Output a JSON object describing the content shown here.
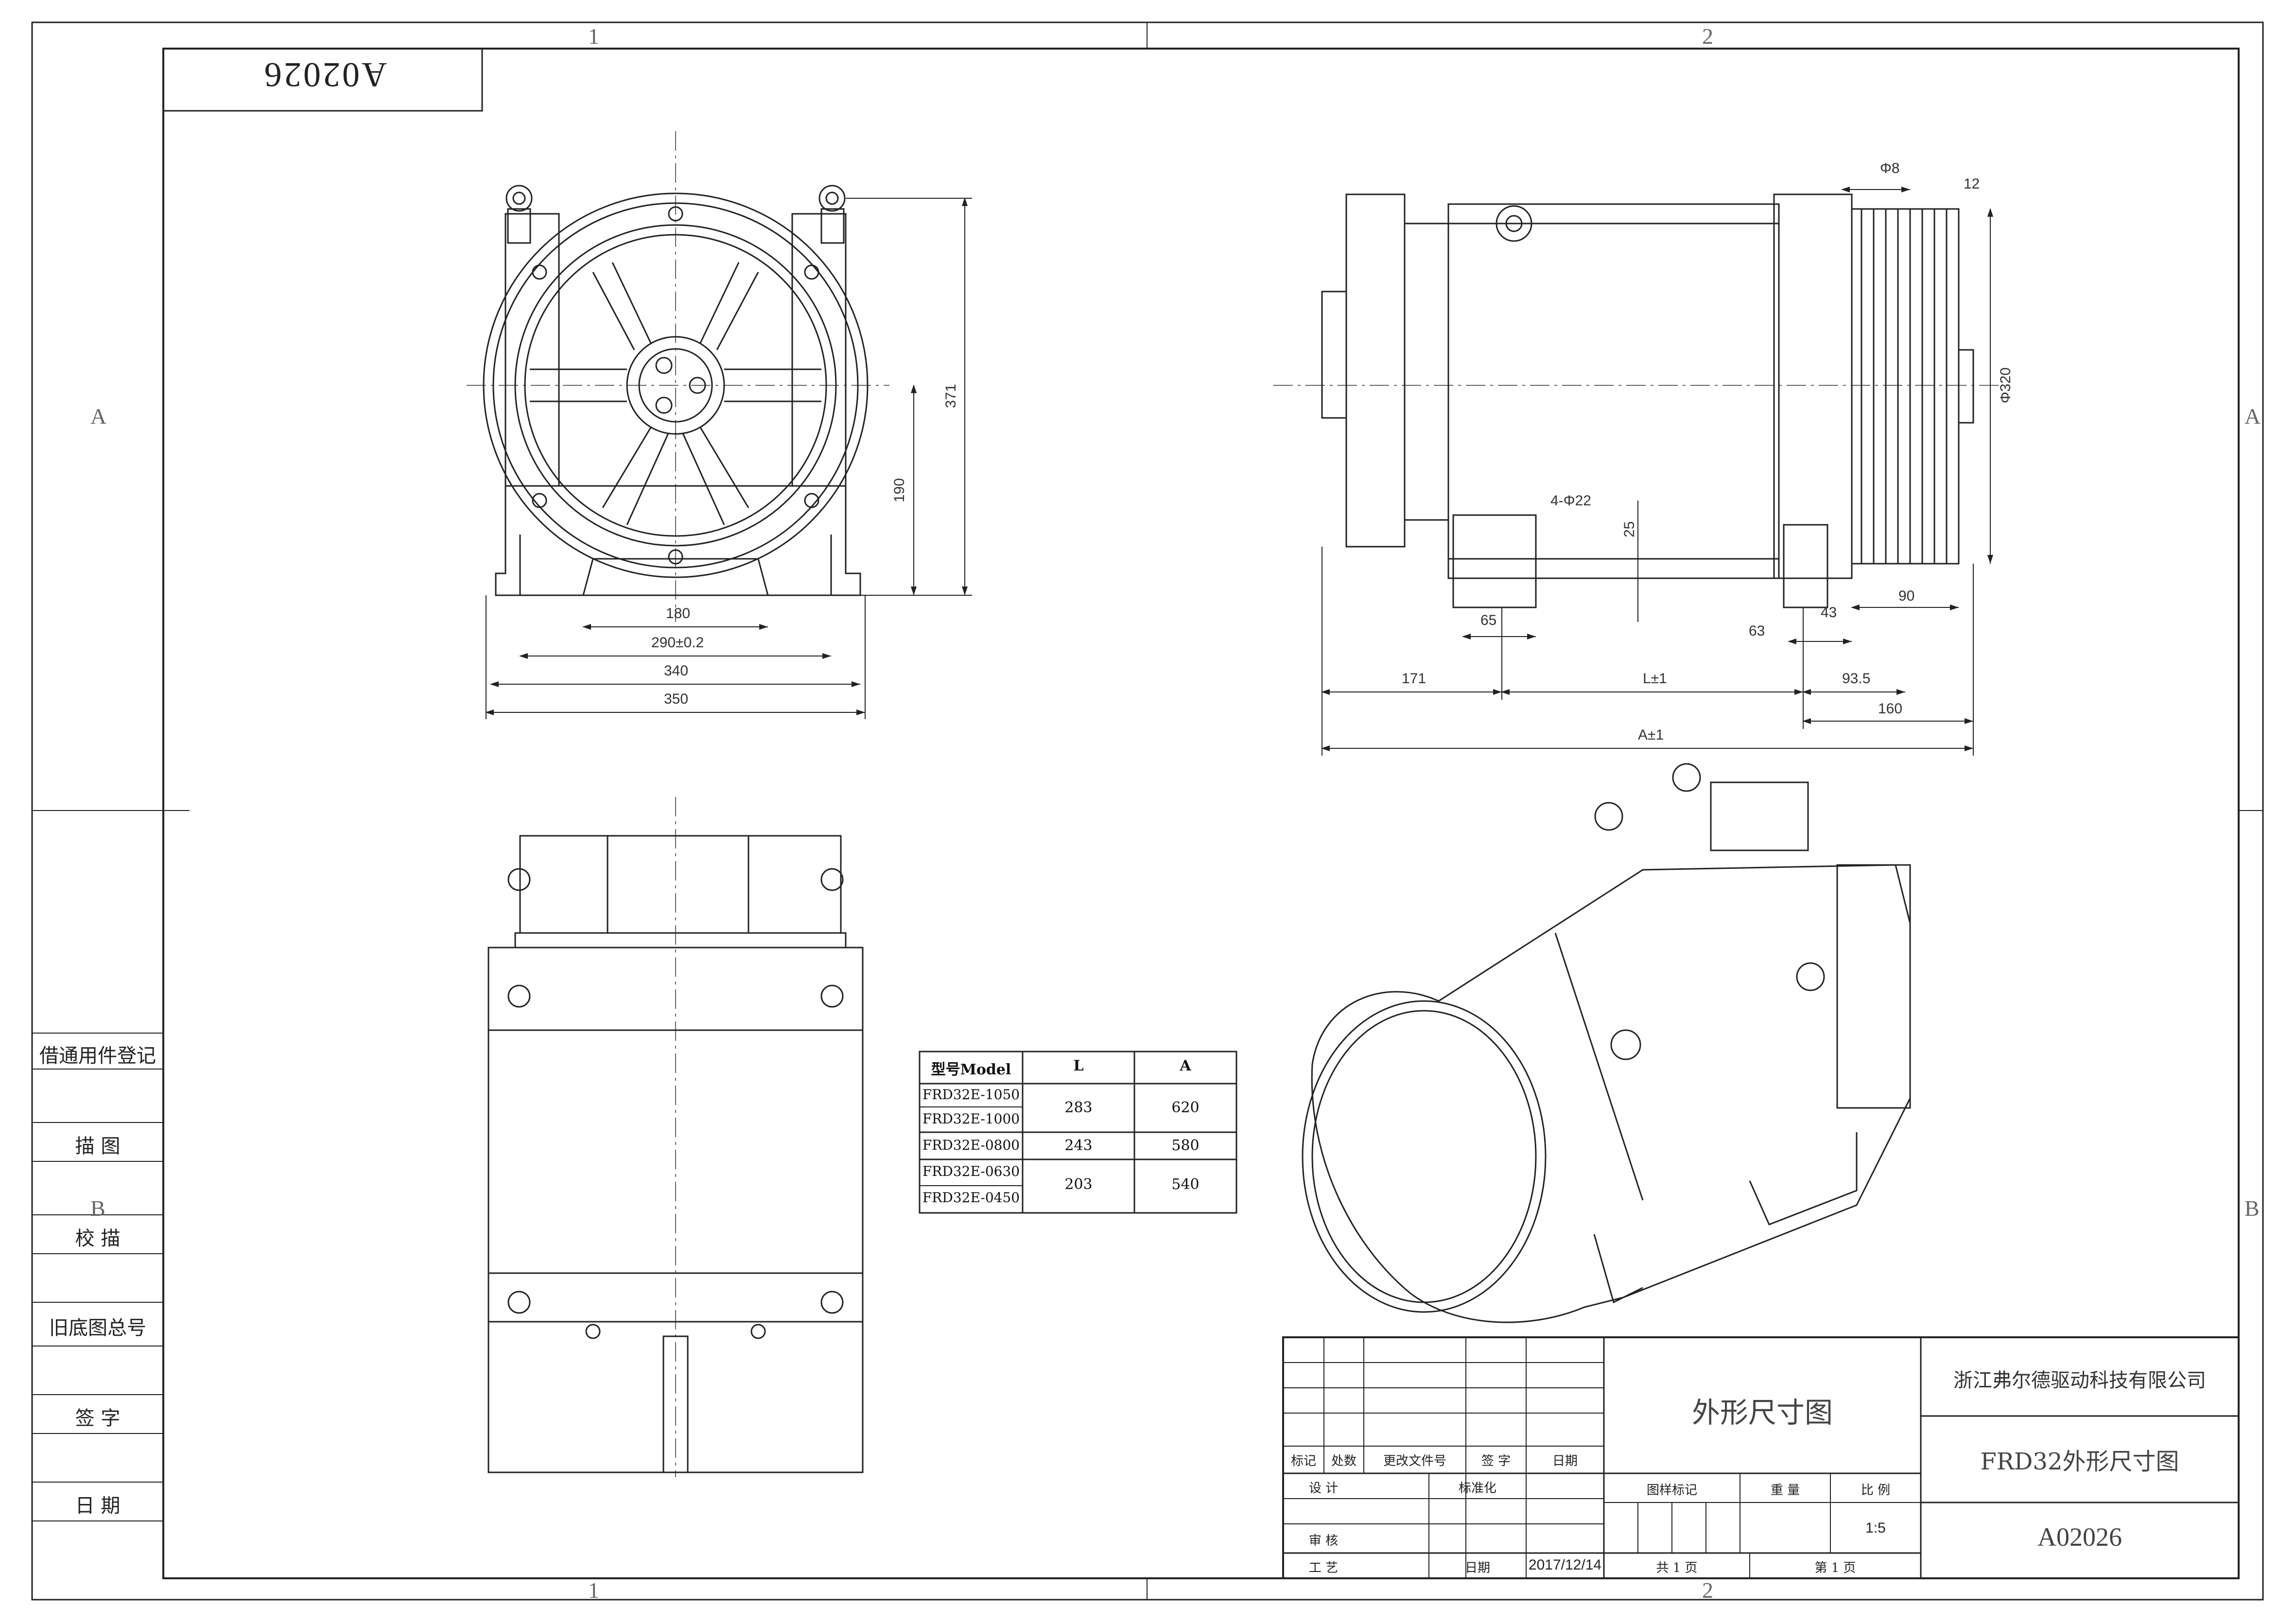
{
  "zones": {
    "top": [
      "1",
      "2"
    ],
    "bottom": [
      "1",
      "2"
    ],
    "left": [
      "A",
      "B"
    ],
    "right": [
      "A",
      "B"
    ]
  },
  "drawing_number_reversed": "A02026",
  "side_panel": [
    "借通用件登记",
    "描 图",
    "校 描",
    "旧底图总号",
    "签 字",
    "日 期"
  ],
  "front_view_dims": {
    "d180": "180",
    "d290": "290±0.2",
    "d340": "340",
    "d350": "350",
    "d190": "190",
    "d371": "371"
  },
  "side_view_dims": {
    "phi8": "Φ8",
    "d12": "12",
    "phi320": "Φ320",
    "holes": "4-Φ22",
    "d25": "25",
    "d65": "65",
    "d63": "63",
    "d43": "43",
    "d90": "90",
    "d171": "171",
    "L": "L±1",
    "d93_5": "93.5",
    "d160": "160",
    "A": "A±1"
  },
  "model_table": {
    "headers": [
      "型号Model",
      "L",
      "A"
    ],
    "groups": [
      {
        "models": [
          "FRD32E-1050",
          "FRD32E-1000"
        ],
        "L": "283",
        "A": "620"
      },
      {
        "models": [
          "FRD32E-0800"
        ],
        "L": "243",
        "A": "580"
      },
      {
        "models": [
          "FRD32E-0630",
          "FRD32E-0450"
        ],
        "L": "203",
        "A": "540"
      }
    ]
  },
  "title_block": {
    "drawing_title": "外形尺寸图",
    "company": "浙江弗尔德驱动科技有限公司",
    "part_name": "FRD32外形尺寸图",
    "drawing_no": "A02026",
    "rev_headers": [
      "标记",
      "处数",
      "更改文件号",
      "签 字",
      "日期"
    ],
    "design": "设 计",
    "standard": "标准化",
    "review": "审 核",
    "process": "工 艺",
    "date_label": "日期",
    "date": "2017/12/14",
    "stage_mark": "图样标记",
    "weight": "重 量",
    "scale_label": "比 例",
    "scale": "1:5",
    "total_sheets": "共 1 页",
    "sheet_no": "第 1 页"
  },
  "colors": {
    "line": "#222222",
    "centerline": "#555555",
    "paper": "#ffffff"
  }
}
